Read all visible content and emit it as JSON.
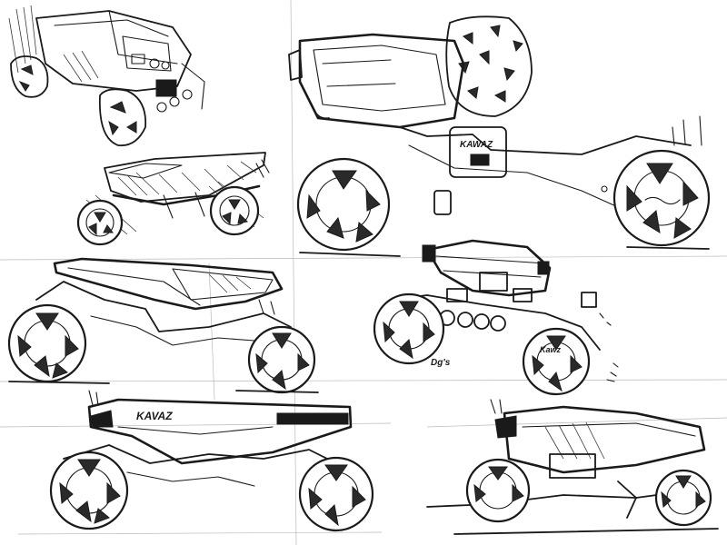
{
  "sketch": {
    "ink_color": "#1a1a1a",
    "paper_color": "#ffffff",
    "labels": {
      "mid_right_wheel": "KAWAZ",
      "mid_left_bottom": "KAVAZ",
      "robot_wheel": "Kawz",
      "robot_note": "Dg's"
    }
  }
}
